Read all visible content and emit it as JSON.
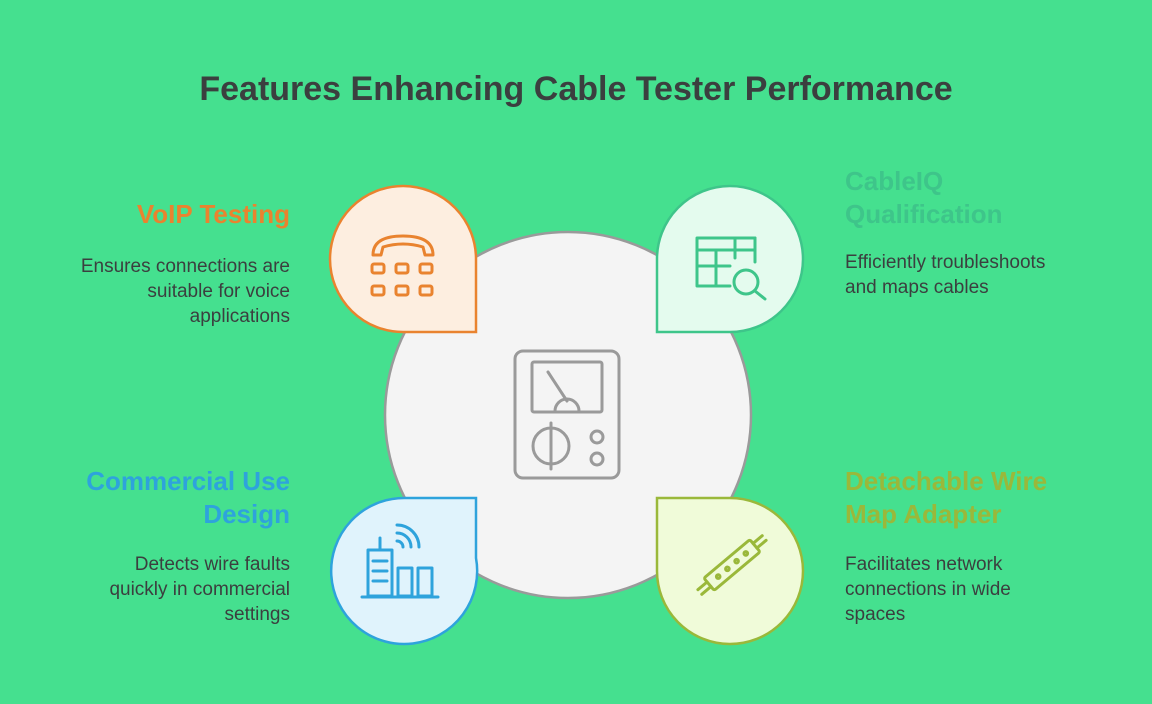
{
  "title": "Features Enhancing Cable Tester Performance",
  "colors": {
    "background": "#45e08f",
    "center_fill": "#f4f4f4",
    "center_stroke": "#9a9a9a",
    "voip": "#e9832f",
    "cableiq": "#3ec58a",
    "commercial": "#2ea3dc",
    "adapter": "#9ab83a",
    "text": "#3b3f3f"
  },
  "center": {
    "icon": "cable-tester-meter-icon"
  },
  "features": [
    {
      "id": "voip",
      "title": "VoIP Testing",
      "description": [
        "Ensures connections are",
        "suitable for voice",
        "applications"
      ],
      "icon": "telephone-keypad-icon"
    },
    {
      "id": "cableiq",
      "title": [
        "CableIQ",
        "Qualification"
      ],
      "description": [
        "Efficiently troubleshoots",
        "and maps cables"
      ],
      "icon": "table-search-icon"
    },
    {
      "id": "commercial",
      "title": [
        "Commercial Use",
        "Design"
      ],
      "description": [
        "Detects wire faults",
        "quickly in commercial",
        "settings"
      ],
      "icon": "buildings-signal-icon"
    },
    {
      "id": "adapter",
      "title": [
        "Detachable Wire",
        "Map Adapter"
      ],
      "description": [
        "Facilitates network",
        "connections in wide",
        "spaces"
      ],
      "icon": "cable-adapter-icon"
    }
  ]
}
